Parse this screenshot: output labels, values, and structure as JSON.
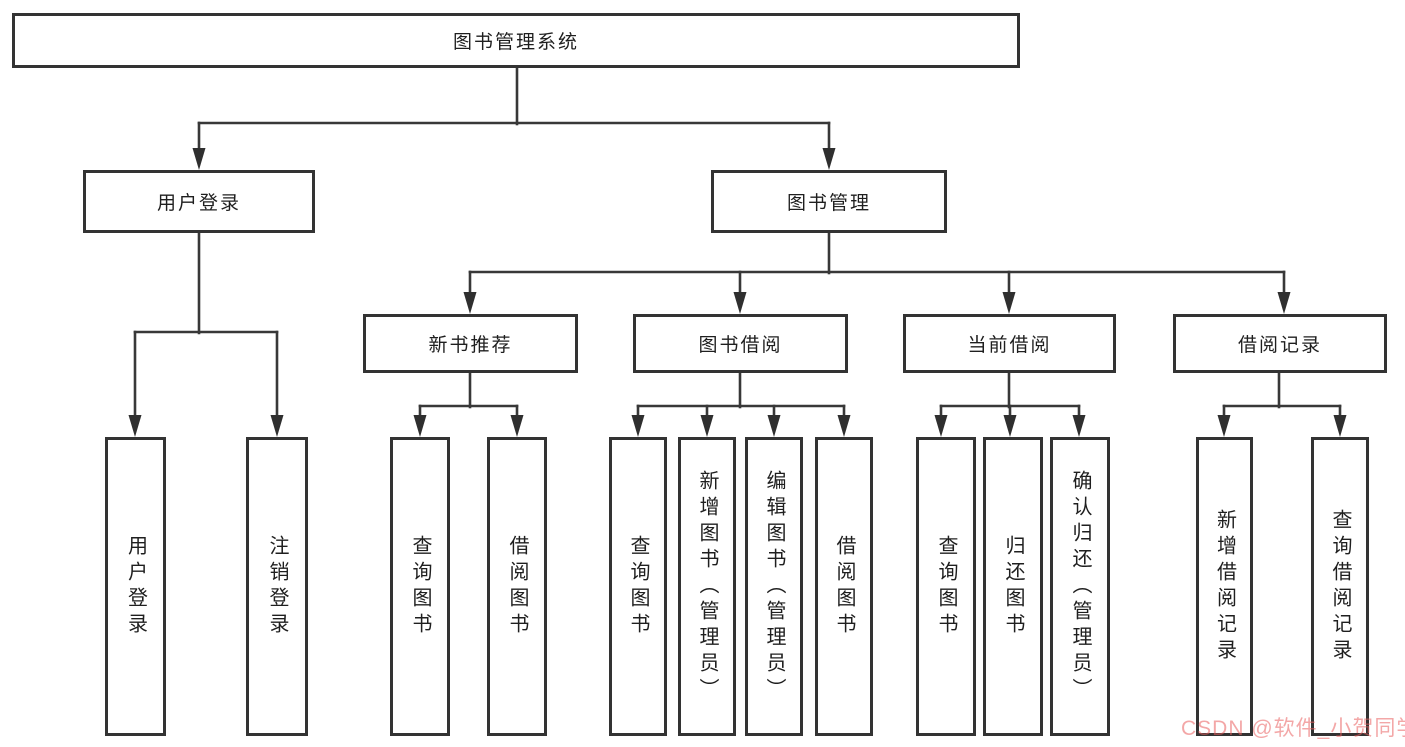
{
  "nodes": {
    "root": "图书管理系统",
    "level2": [
      "用户登录",
      "图书管理"
    ],
    "level3": [
      "新书推荐",
      "图书借阅",
      "当前借阅",
      "借阅记录"
    ],
    "leaves_user_login": [
      "用户登录",
      "注销登录"
    ],
    "leaves_new_book": [
      "查询图书",
      "借阅图书"
    ],
    "leaves_book_borrow": [
      "查询图书",
      "新增图书（管理员）",
      "编辑图书（管理员）",
      "借阅图书"
    ],
    "leaves_current_borrow": [
      "查询图书",
      "归还图书",
      "确认归还（管理员）"
    ],
    "leaves_borrow_records": [
      "新增借阅记录",
      "查询借阅记录"
    ]
  },
  "watermark": {
    "text": "CSDN @软件_小贺同学",
    "color": "#ef9a9a"
  },
  "colors": {
    "background": "#ffffff",
    "box_border": "#333333",
    "connector_line": "#383838",
    "arrowhead": "#2f2f2f",
    "text": "#1f1f1f"
  }
}
